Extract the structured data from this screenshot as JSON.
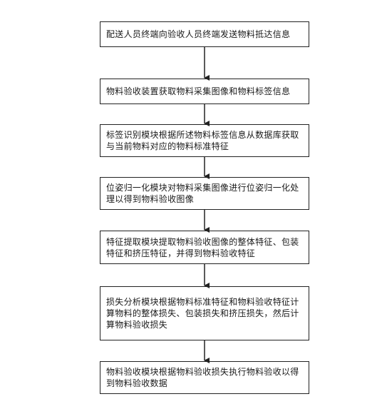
{
  "steps": [
    {
      "text": "配送人员终端向验收人员终端发送物料抵达信息"
    },
    {
      "text": "物料验收装置获取物料采集图像和物料标签信息"
    },
    {
      "text": "标签识别模块根据所述物料标签信息从数据库获取与当前物料对应的物料标准特征"
    },
    {
      "text": "位姿归一化模块对物料采集图像进行位姿归一化处理以得到物料验收图像"
    },
    {
      "text": "特征提取模块提取物料验收图像的整体特征、包装特征和挤压特征，并得到物料验收特征"
    },
    {
      "text": "损失分析模块根据物料标准特征和物料验收特征计算物料的整体损失、包装损失和挤压损失，然后计算物料验收损失"
    },
    {
      "text": "物料验收模块根据物料验收损失执行物料验收以得到物料验收数据"
    }
  ]
}
